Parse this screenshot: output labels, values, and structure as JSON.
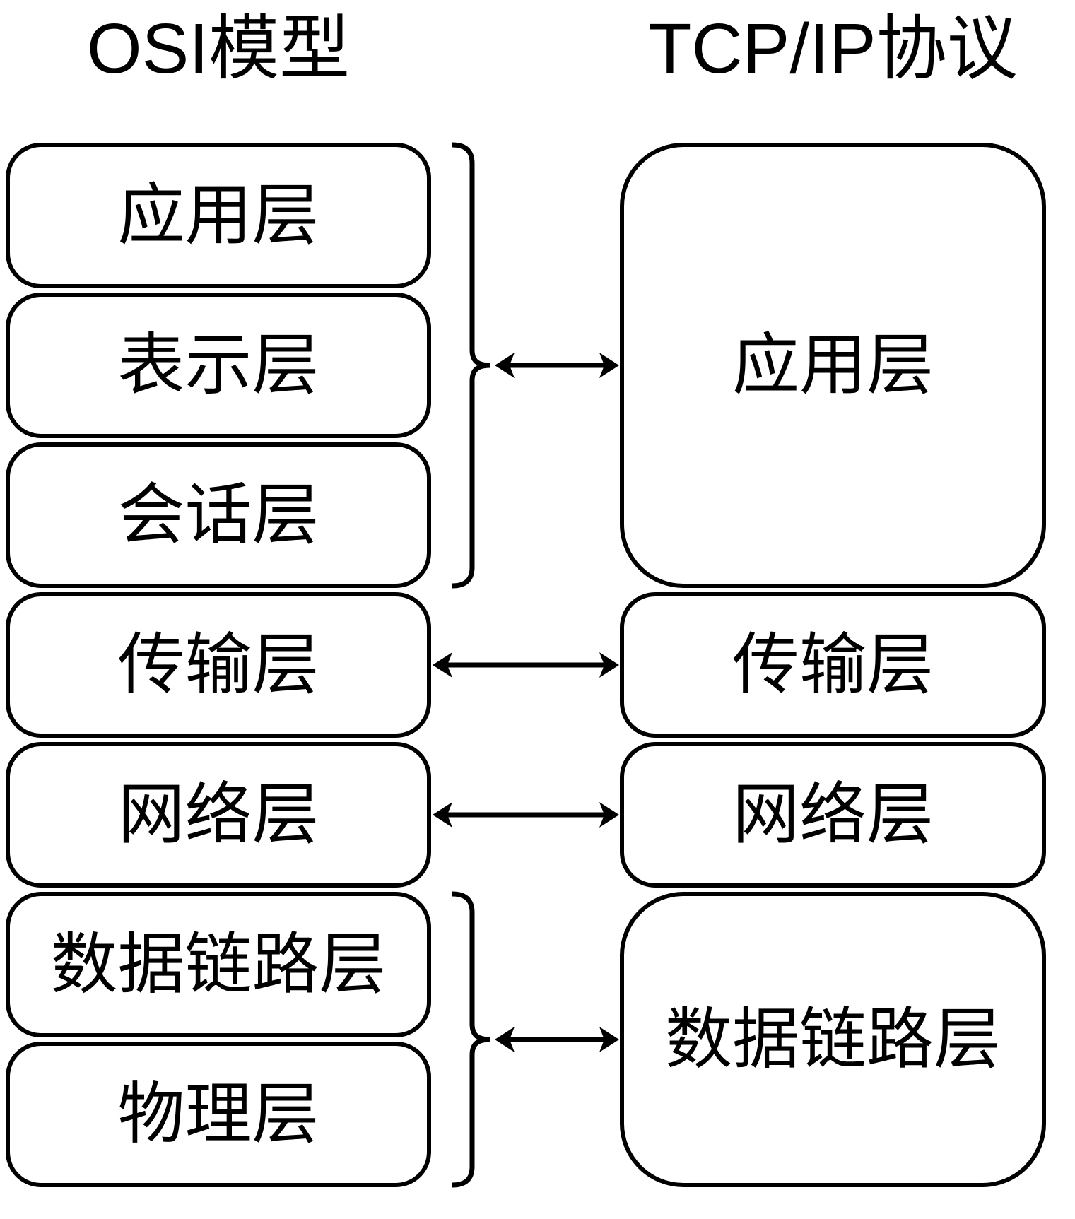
{
  "titles": {
    "osi": "OSI模型",
    "tcpip": "TCP/IP协议"
  },
  "osi_model": {
    "layers": [
      {
        "label": "应用层"
      },
      {
        "label": "表示层"
      },
      {
        "label": "会话层"
      },
      {
        "label": "传输层"
      },
      {
        "label": "网络层"
      },
      {
        "label": "数据链路层"
      },
      {
        "label": "物理层"
      }
    ]
  },
  "tcpip_model": {
    "layers": [
      {
        "label": "应用层"
      },
      {
        "label": "传输层"
      },
      {
        "label": "网络层"
      },
      {
        "label": "数据链路层"
      }
    ]
  },
  "mappings": [
    {
      "osi_layers": [
        "应用层",
        "表示层",
        "会话层"
      ],
      "tcpip_layer": "应用层",
      "connector": "brace-with-double-arrow"
    },
    {
      "osi_layers": [
        "传输层"
      ],
      "tcpip_layer": "传输层",
      "connector": "double-arrow"
    },
    {
      "osi_layers": [
        "网络层"
      ],
      "tcpip_layer": "网络层",
      "connector": "double-arrow"
    },
    {
      "osi_layers": [
        "数据链路层",
        "物理层"
      ],
      "tcpip_layer": "数据链路层",
      "connector": "brace-with-double-arrow"
    }
  ],
  "colors": {
    "stroke": "#000000",
    "background": "#ffffff",
    "text": "#000000"
  }
}
